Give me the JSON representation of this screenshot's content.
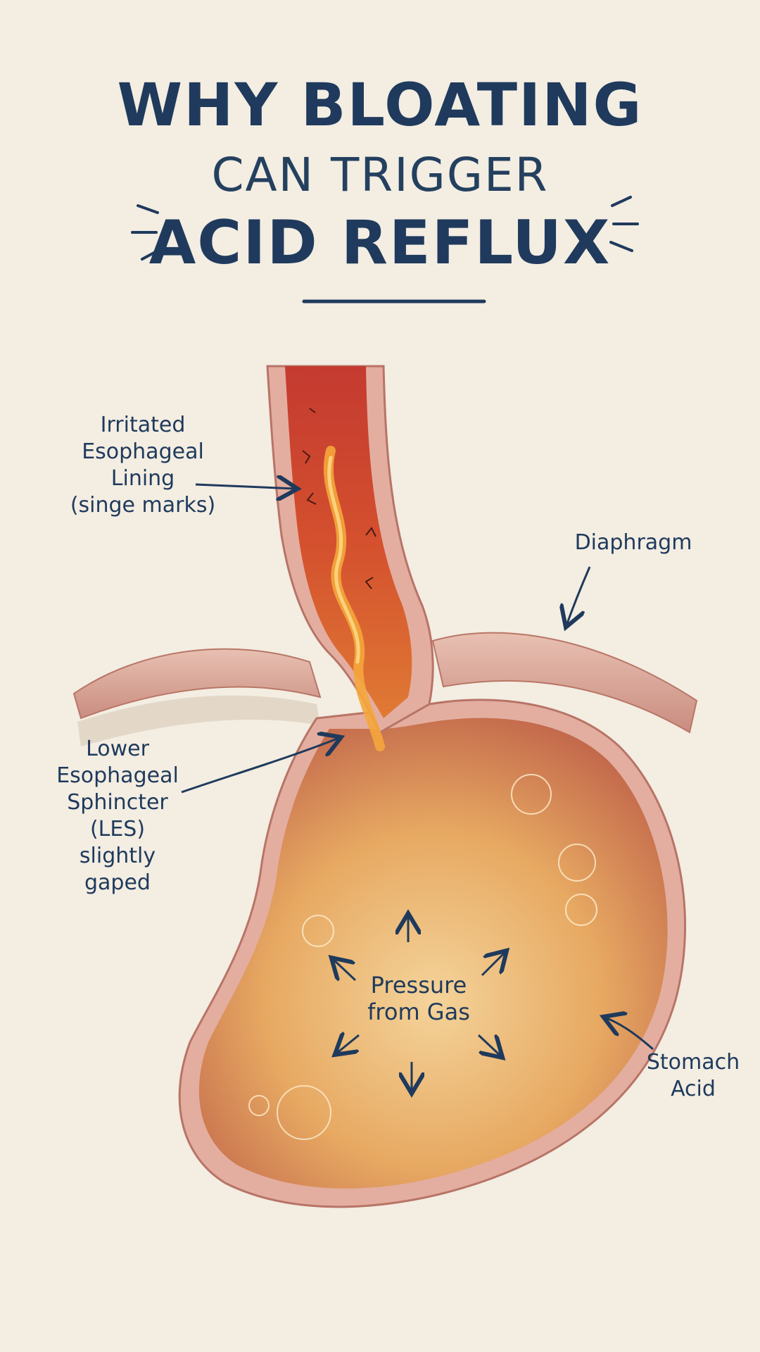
{
  "title": {
    "line1": "WHY BLOATING",
    "line2": "CAN TRIGGER",
    "line3": "ACID REFLUX"
  },
  "labels": {
    "irritated": "Irritated\nEsophageal\nLining\n(singe marks)",
    "diaphragm": "Diaphragm",
    "les": "Lower\nEsophageal\nSphincter\n(LES)\nslightly gaped",
    "pressure": "Pressure\nfrom Gas",
    "stomach_acid": "Stomach\nAcid"
  },
  "colors": {
    "ink": "#1f3a5c",
    "paper": "#f3ede2",
    "stomach_wall": "#e9b7a8",
    "acid": "#e8a24c",
    "inflamed": "#b8302a"
  }
}
